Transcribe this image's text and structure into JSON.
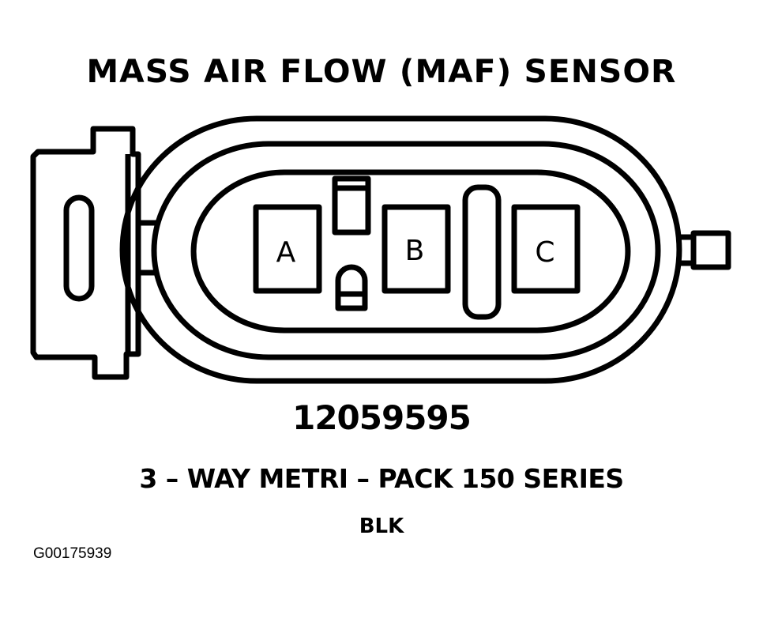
{
  "title": "MASS AIR FLOW (MAF) SENSOR",
  "connector": {
    "terminals": [
      {
        "label": "A"
      },
      {
        "label": "B"
      },
      {
        "label": "C"
      }
    ]
  },
  "part_number": "12059595",
  "description": "3 – WAY METRI – PACK 150 SERIES",
  "color": "BLK",
  "figure_id": "G00175939"
}
